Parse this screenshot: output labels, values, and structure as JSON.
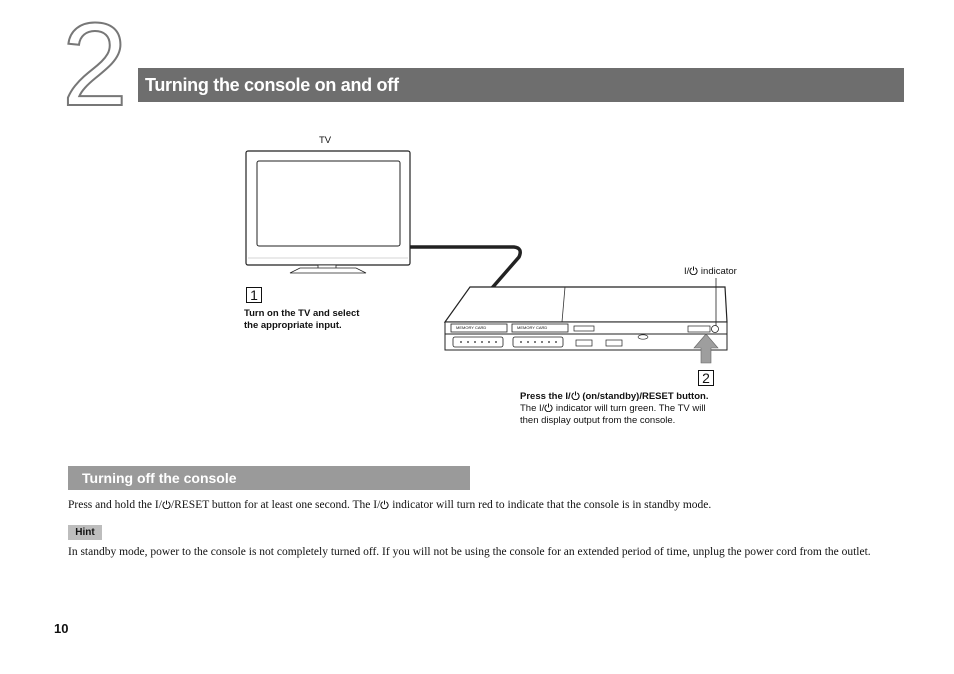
{
  "chapter": {
    "number": "2",
    "title": "Turning the console on and off"
  },
  "diagram": {
    "tv_label": "TV",
    "indicator_label_suffix": " indicator",
    "step1": {
      "number": "1",
      "line1": "Turn on the TV and select",
      "line2": "the appropriate input."
    },
    "step2": {
      "number": "2",
      "bold_prefix": "Press the I/",
      "bold_suffix": " (on/standby)/RESET button.",
      "line2_prefix": "The I/",
      "line2_suffix": " indicator will turn green. The TV will",
      "line3": "then display output from the console."
    },
    "slot_labels": [
      "MEMORY CARD",
      "MEMORY CARD"
    ]
  },
  "section_off": {
    "title": "Turning off the console",
    "text_prefix": "Press and hold the I/",
    "text_middle": "/RESET button for at least one second. The I/",
    "text_suffix": " indicator will turn red to indicate that the console is in standby mode."
  },
  "hint": {
    "label": "Hint",
    "text": "In standby mode, power to the console is not completely turned off. If you will not be using the console for an extended period of time, unplug the power cord from the outlet."
  },
  "page_number": "10",
  "colors": {
    "title_bar": "#6e6e6e",
    "subtitle_bar": "#9a9a9a",
    "hint_bg": "#bdbdbd"
  }
}
